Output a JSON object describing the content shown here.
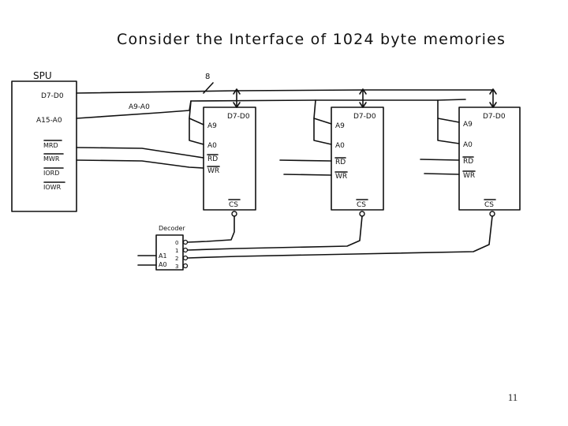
{
  "title": "Consider the Interface of 1024 byte memories",
  "cpu": {
    "label": "SPU",
    "pins": [
      "D7-D0",
      "A15-A0",
      "MRD",
      "MWR",
      "IORD",
      "IOWR"
    ]
  },
  "bus": {
    "width_label": "8",
    "address_label": "A9-A0"
  },
  "memory_chip": {
    "data_label": "D7-D0",
    "pins": [
      "A9",
      "A0",
      "RD",
      "WR"
    ],
    "cs_label": "CS"
  },
  "decoder": {
    "label": "Decoder",
    "inputs": [
      "A1",
      "A0"
    ],
    "outputs": [
      "0",
      "1",
      "2",
      "3"
    ]
  },
  "page_number": "11"
}
